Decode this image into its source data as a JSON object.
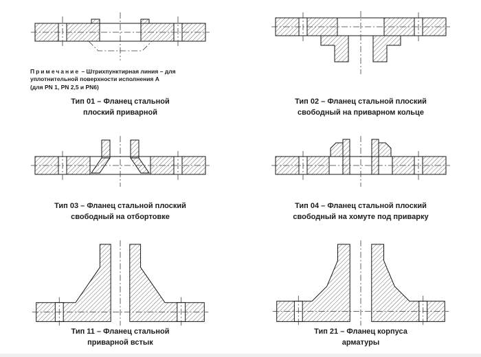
{
  "note": {
    "label": "Примечание",
    "rest1": "– Штрихпунктирная линия – для",
    "line2": "уплотнительной поверхности исполнения А",
    "line3": "(для PN 1, PN 2,5 и PN6)"
  },
  "figures": [
    {
      "caption1": "Тип 01 – Фланец стальной",
      "caption2": "плоский приварной"
    },
    {
      "caption1": "Тип 02 – Фланец стальной плоский",
      "caption2": "свободный на приварном кольце"
    },
    {
      "caption1": "Тип 03 – Фланец стальной плоский",
      "caption2": "свободный на отбортовке"
    },
    {
      "caption1": "Тип 04 – Фланец стальной плоский",
      "caption2": "свободный на хомуте под приварку"
    },
    {
      "caption1": "Тип 11 – Фланец стальной",
      "caption2": "приварной встык"
    },
    {
      "caption1": "Тип 21 – Фланец корпуса",
      "caption2": "арматуры"
    }
  ]
}
